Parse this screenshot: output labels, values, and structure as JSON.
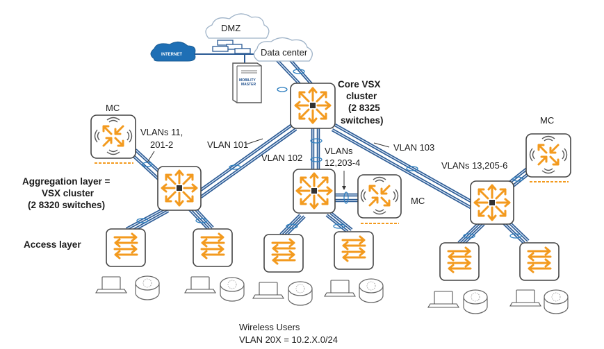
{
  "labels": {
    "dmz": "DMZ",
    "internet": "INTERNET",
    "data_center": "Data center",
    "mobility_master_1": "MOBILITY",
    "mobility_master_2": "MASTER",
    "core_1": "Core VSX",
    "core_2": "cluster",
    "core_3": "(2 8325",
    "core_4": "switches)",
    "mc_left": "MC",
    "mc_right": "MC",
    "mc_center": "MC",
    "vlans_left_1": "VLANs 11,",
    "vlans_left_2": "201-2",
    "vlan_101": "VLAN 101",
    "vlan_102": "VLAN 102",
    "vlans_center_1": "VLANs",
    "vlans_center_2": "12,203-4",
    "vlan_103": "VLAN 103",
    "vlans_right": "VLANs 13,205-6",
    "aggregation_1": "Aggregation layer =",
    "aggregation_2": "VSX cluster",
    "aggregation_3": "(2 8320 switches)",
    "access_layer": "Access layer",
    "wireless_1": "Wireless Users",
    "wireless_2": "VLAN 20X = 10.2.X.0/24"
  },
  "colors": {
    "link": "#2b5a94",
    "accent": "#f39a1e",
    "internet": "#1e6fb5"
  }
}
